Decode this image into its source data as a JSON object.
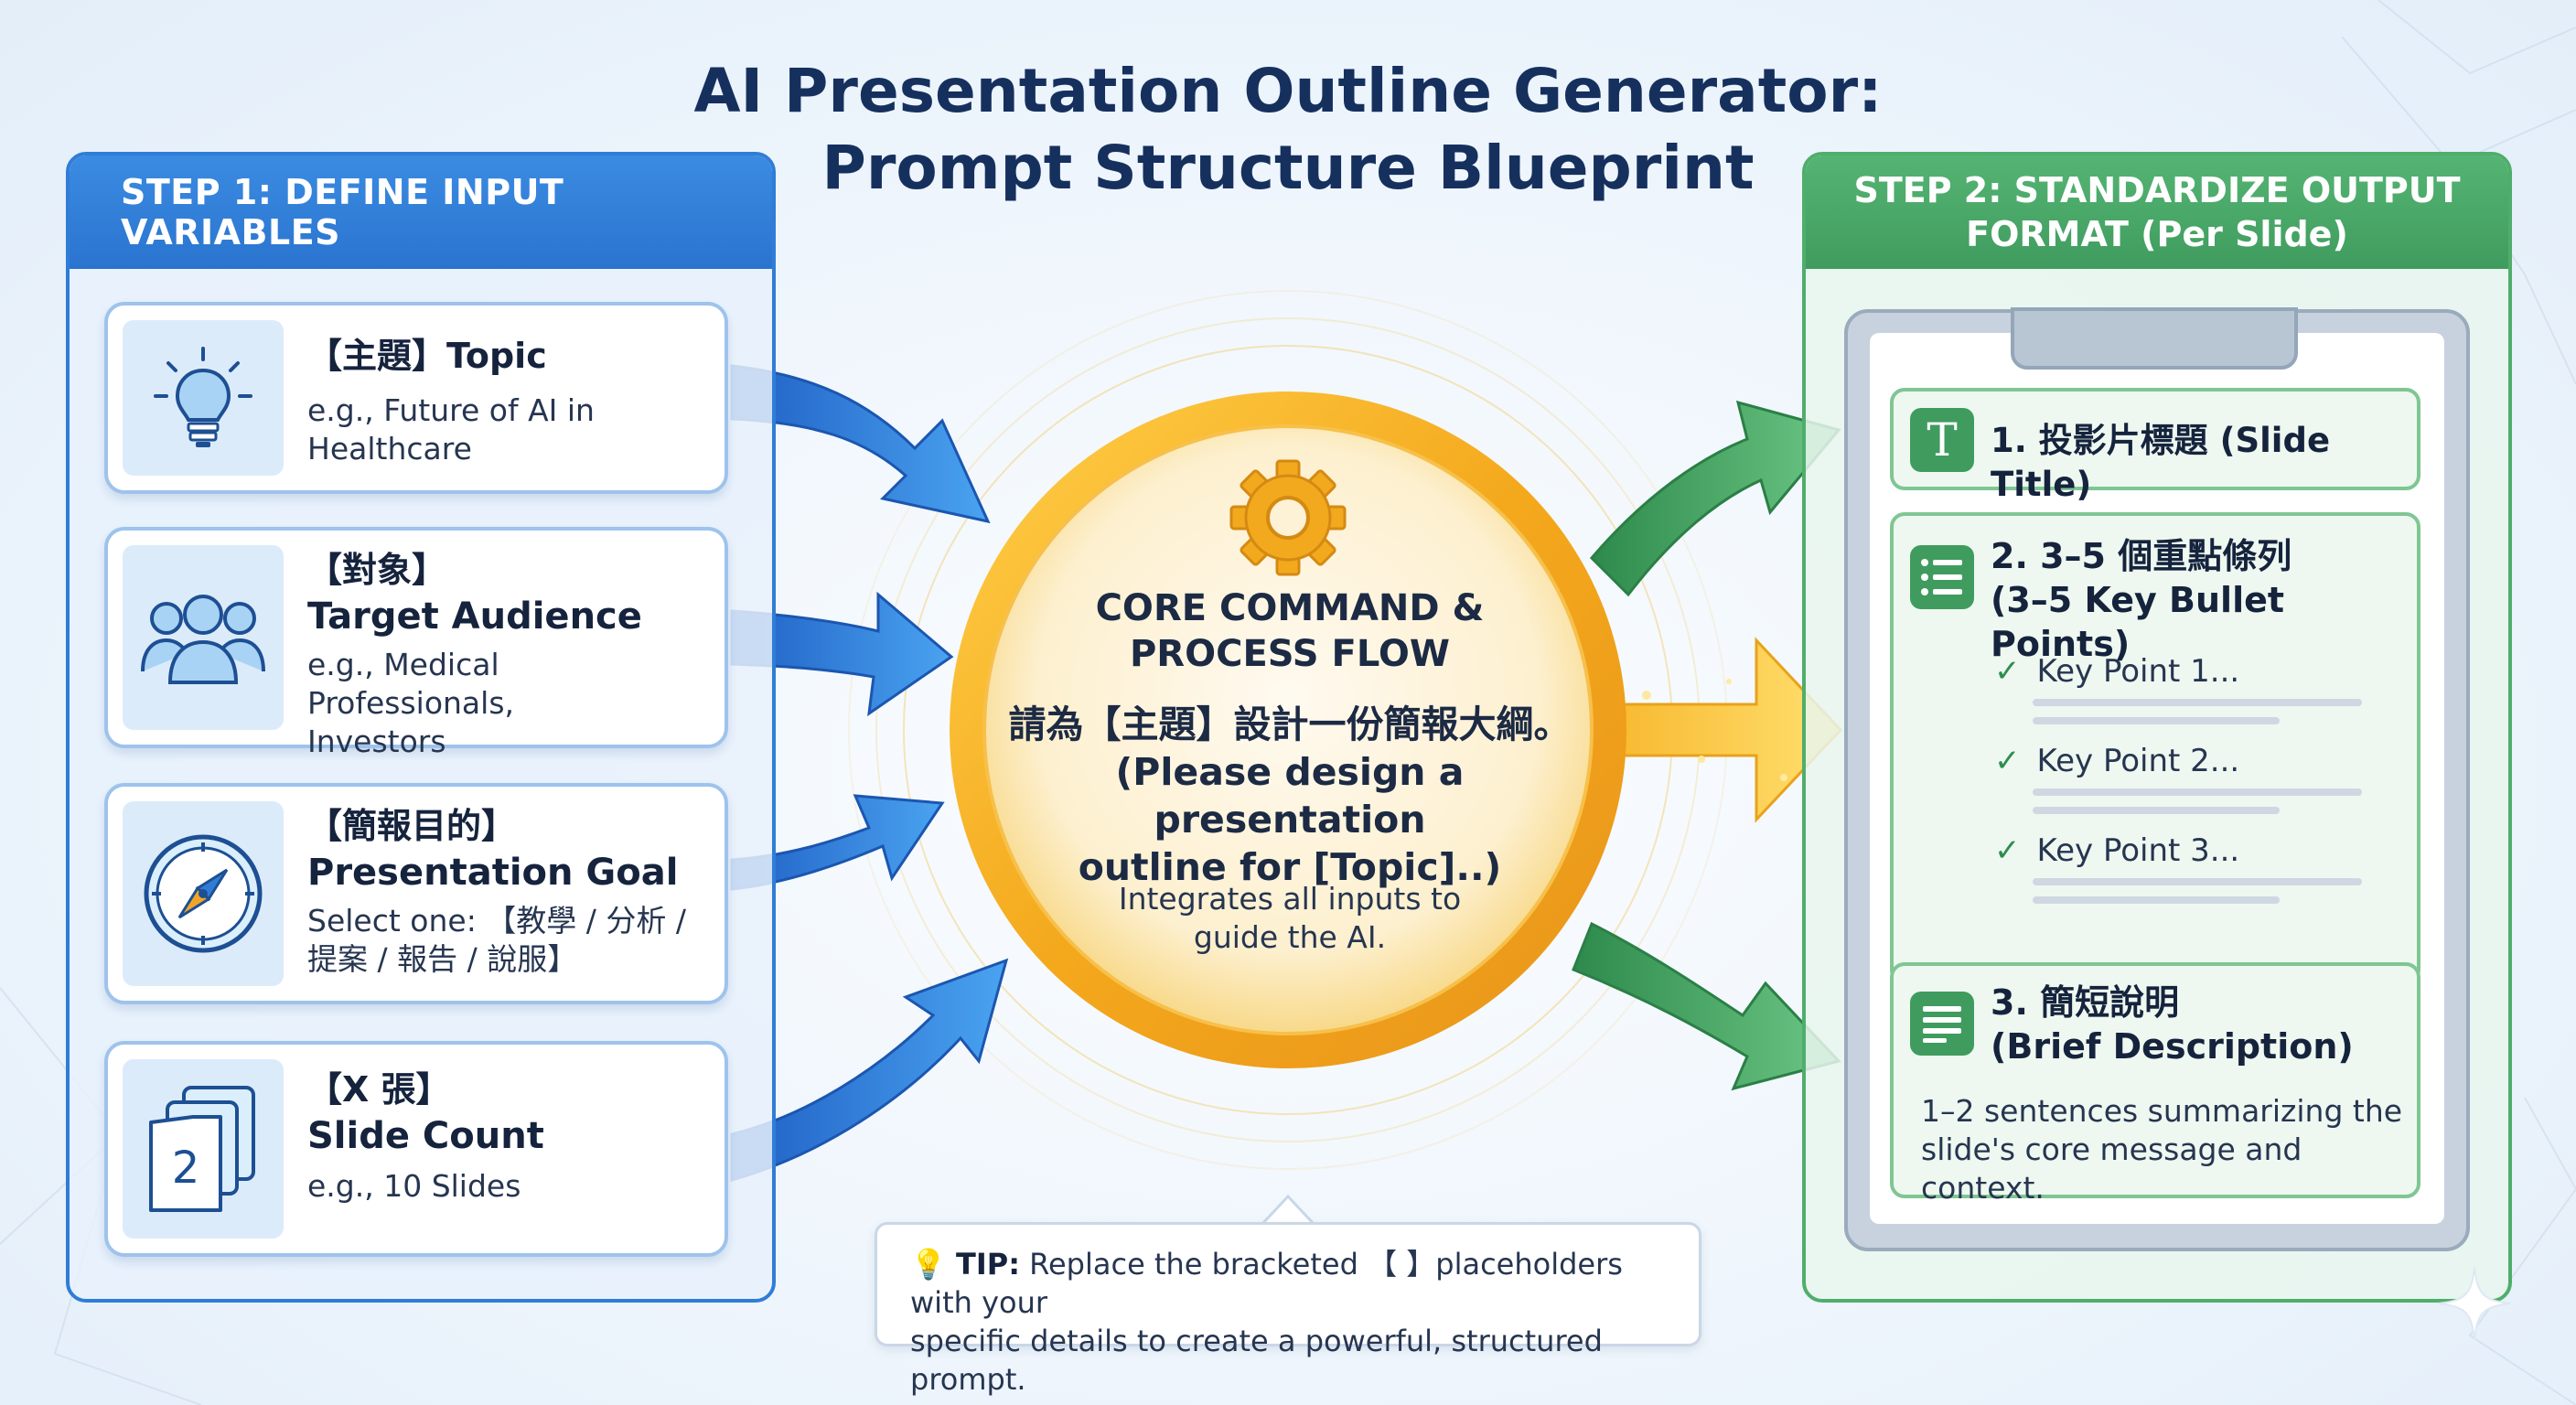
{
  "title": {
    "line1": "AI Presentation Outline Generator:",
    "line2": "Prompt Structure Blueprint"
  },
  "step1": {
    "header": "STEP 1: DEFINE INPUT VARIABLES",
    "cards": [
      {
        "tag": "【主題】Topic",
        "name": "",
        "example": "e.g., Future of AI in Healthcare",
        "icon": "lightbulb-icon"
      },
      {
        "tag": "【對象】",
        "name": "Target Audience",
        "example_line1": "e.g., Medical Professionals,",
        "example_line2": "Investors",
        "icon": "people-icon"
      },
      {
        "tag": "【簡報目的】",
        "name": "Presentation Goal",
        "example_line1": "Select one: 【教學 / 分析 /",
        "example_line2": "提案 / 報告 / 說服】",
        "icon": "compass-icon"
      },
      {
        "tag": "【X 張】",
        "name": "Slide Count",
        "example": "e.g., 10 Slides",
        "icon": "slides-icon",
        "icon_number": "2"
      }
    ]
  },
  "core": {
    "title_line1": "CORE COMMAND &",
    "title_line2": "PROCESS FLOW",
    "command_line1": "請為【主題】設計一份簡報大綱。",
    "command_line2": "(Please design a presentation",
    "command_line3": "outline for [Topic]..)",
    "note_line1": "Integrates all inputs to",
    "note_line2": "guide the AI.",
    "icon": "gear-icon"
  },
  "step2": {
    "header_line1": "STEP 2: STANDARDIZE OUTPUT",
    "header_line2": "FORMAT (Per Slide)",
    "items": [
      {
        "title": "1. 投影片標題 (Slide Title)",
        "icon": "title-t-icon",
        "icon_glyph": "T"
      },
      {
        "title_line1": "2. 3–5 個重點條列",
        "title_line2": "(3–5 Key Bullet Points)",
        "icon": "list-icon",
        "points": [
          "Key Point 1...",
          "Key Point 2...",
          "Key Point 3..."
        ]
      },
      {
        "title_line1": "3. 簡短說明",
        "title_line2": "(Brief Description)",
        "icon": "paragraph-icon",
        "desc_line1": "1–2 sentences summarizing the",
        "desc_line2": "slide's core message and context."
      }
    ]
  },
  "tip": {
    "label": "TIP:",
    "line1": "Replace the bracketed 【 】placeholders with your",
    "line2": "specific details to create a powerful, structured prompt.",
    "icon": "bulb-small-icon"
  },
  "colors": {
    "blue": "#2f7dd6",
    "green": "#4fae6c",
    "gold": "#f4b526",
    "title_navy": "#16305e"
  }
}
